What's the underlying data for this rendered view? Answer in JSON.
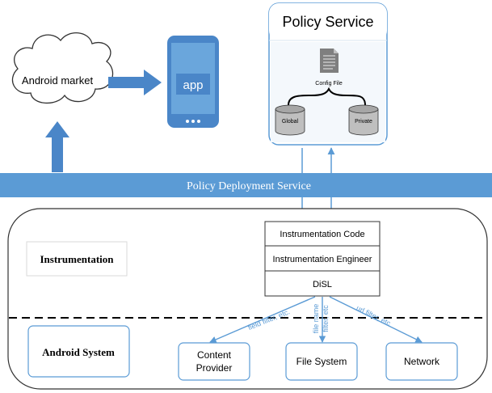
{
  "market": {
    "label": "Android market"
  },
  "phone": {
    "app_label": "app"
  },
  "policy_service": {
    "title": "Policy Service",
    "config_file_label": "Config File",
    "global_label": "Global",
    "private_label": "Private"
  },
  "deployment_bar": {
    "label": "Policy Deployment Service"
  },
  "instrumentation": {
    "label": "Instrumentation",
    "stack": [
      "Instrumentation Code",
      "Instrumentation Engineer",
      "DiSL"
    ]
  },
  "android_system": {
    "label": "Android System",
    "targets": {
      "content_provider": [
        "Content",
        "Provider"
      ],
      "file_system": "File System",
      "network": "Network"
    },
    "filters": {
      "field": "field filter, etc.",
      "file_name_line1": "file name",
      "file_name_line2": "filter, etc",
      "url": "url filter, etc"
    }
  },
  "colors": {
    "accent": "#5b9bd5",
    "border": "#5b9bd5",
    "phone_body": "#4a86c8",
    "text": "#000000",
    "filter_text": "#5b9bd5"
  }
}
